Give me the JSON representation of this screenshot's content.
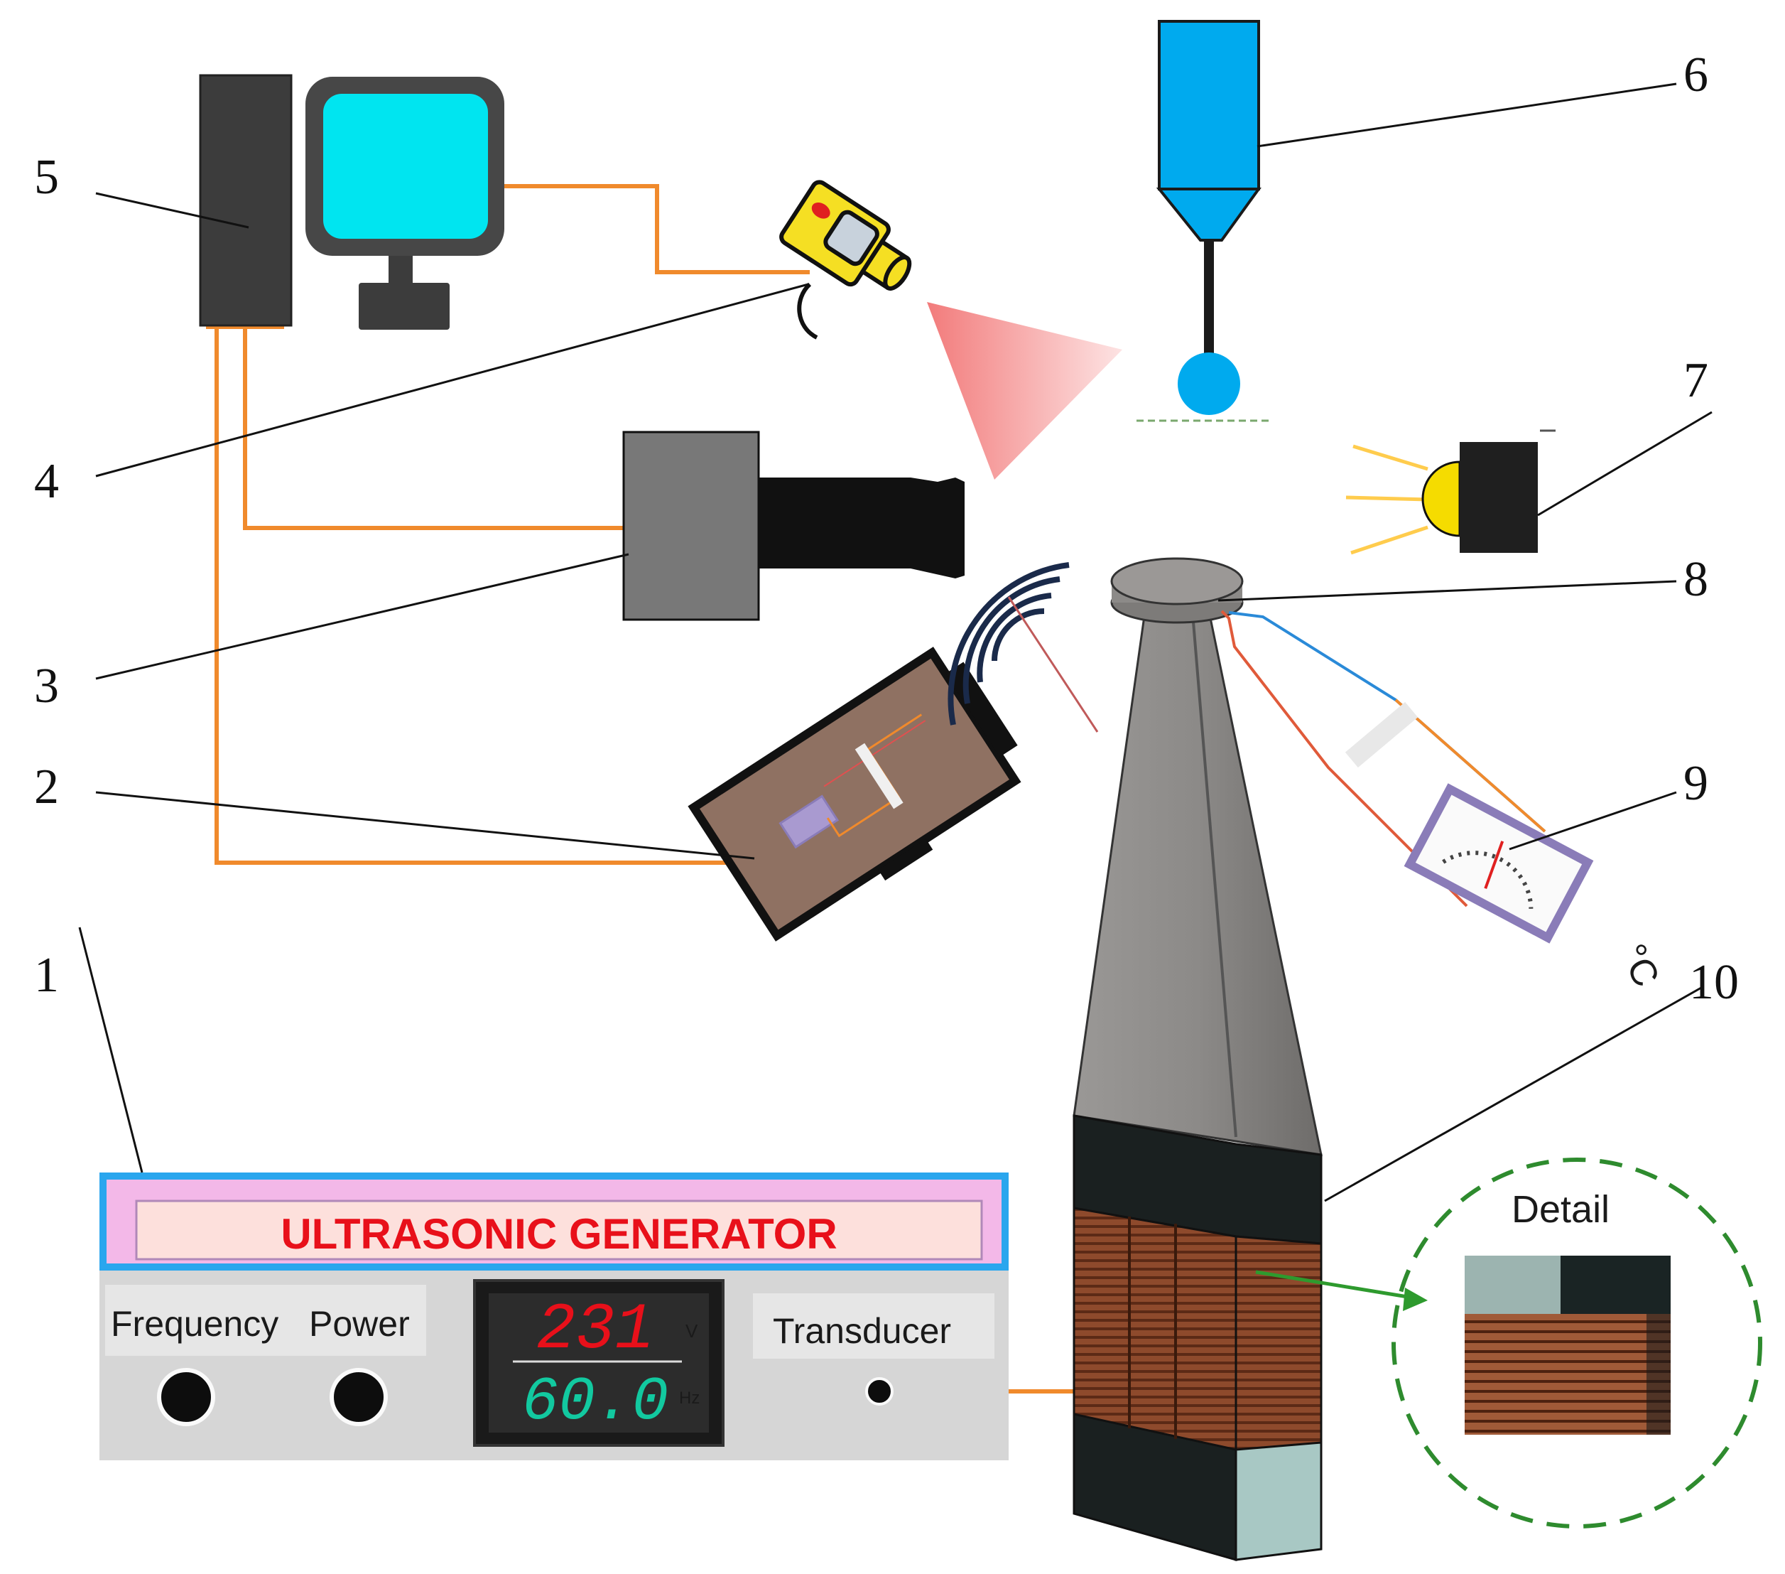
{
  "callouts": [
    "1",
    "2",
    "3",
    "4",
    "5",
    "6",
    "7",
    "8",
    "9",
    "10"
  ],
  "generator": {
    "title": "ULTRASONIC GENERATOR",
    "frequency_label": "Frequency",
    "power_label": "Power",
    "transducer_label": "Transducer",
    "display": {
      "voltage": "231",
      "voltage_unit": "V",
      "frequency": "60.0",
      "frequency_unit": "Hz"
    }
  },
  "thermometer_unit": "°C",
  "detail_label": "Detail",
  "colors": {
    "cable": "#f08a2c",
    "monitor_screen": "#00e5f0",
    "syringe": "#00aaee",
    "generator_title": "#e8101a",
    "display_voltage": "#e8101a",
    "display_frequency": "#12c9a0",
    "coil": "#8e4a2c",
    "detail_circle": "#2e8b2e"
  },
  "icons": [
    "computer-icon",
    "ir-thermometer-icon",
    "camera-icon",
    "syringe-icon",
    "light-source-icon",
    "sensor-device-icon",
    "thermometer-gauge-icon"
  ]
}
